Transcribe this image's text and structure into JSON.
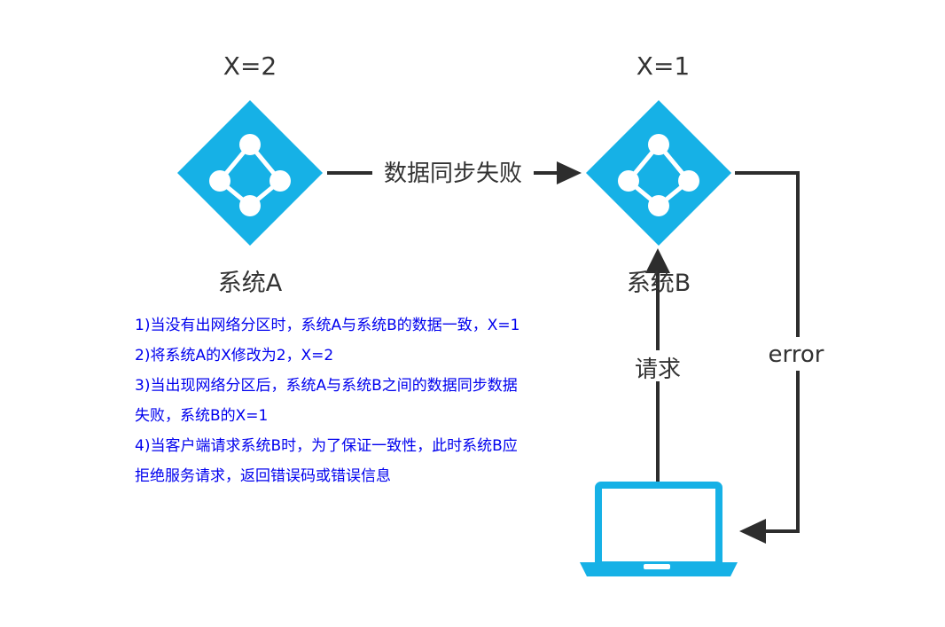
{
  "colors": {
    "node": "#16b1e6",
    "arrow": "#2d2d2d",
    "note_text": "#0000ee",
    "label_text": "#333333"
  },
  "icons": {
    "node_icon": "diamond-network-icon",
    "client_icon": "laptop-icon"
  },
  "nodes": {
    "system_a": {
      "value_label": "X=2",
      "name": "系统A"
    },
    "system_b": {
      "value_label": "X=1",
      "name": "系统B"
    }
  },
  "edges": {
    "sync": "数据同步失败",
    "request": "请求",
    "error": "error"
  },
  "notes": [
    "1)当没有出网络分区时，系统A与系统B的数据一致，X=1",
    "2)将系统A的X修改为2，X=2",
    "3)当出现网络分区后，系统A与系统B之间的数据同步数据",
    "失败，系统B的X=1",
    "4)当客户端请求系统B时，为了保证一致性，此时系统B应",
    "拒绝服务请求，返回错误码或错误信息"
  ]
}
